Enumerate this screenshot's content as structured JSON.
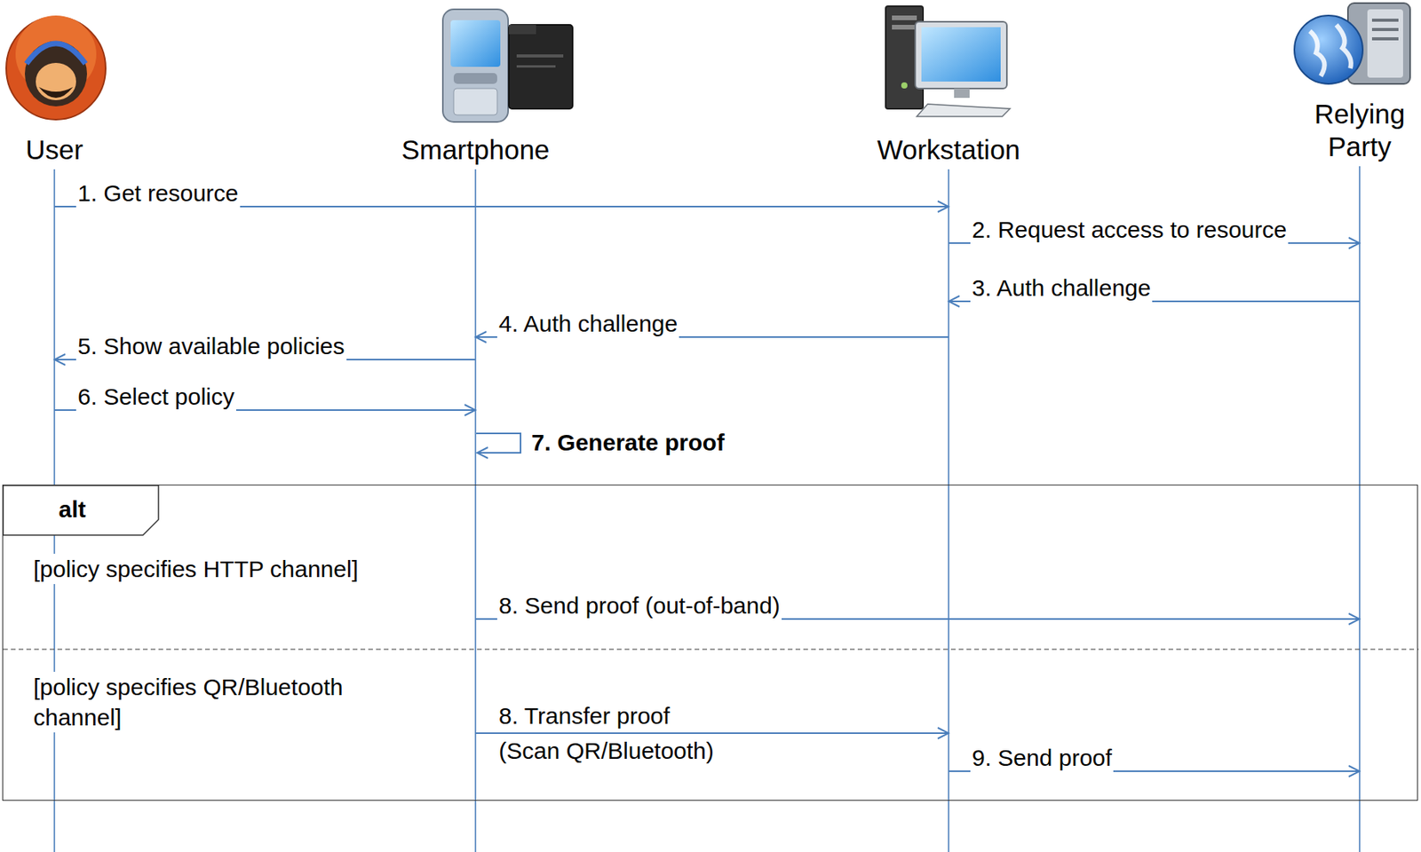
{
  "diagram": {
    "nodes": [
      {
        "text": [
          "User"
        ]
      },
      {
        "text": [
          "Smartphone"
        ]
      },
      {
        "text": [
          "Workstation"
        ]
      },
      {
        "text": [
          "Relying Party"
        ]
      },
      {
        "text": [
          "alt",
          "[policy specifies HTTP channel]",
          "[policy specifies QR/Bluetooth channel]"
        ]
      }
    ],
    "edges": [
      {
        "from": 0,
        "to": 2,
        "arrow": "to",
        "label": "1. Get resource"
      },
      {
        "from": 2,
        "to": 3,
        "arrow": "to",
        "label": "2. Request access to resource"
      },
      {
        "from": 3,
        "to": 2,
        "arrow": "to",
        "label": "3. Auth challenge"
      },
      {
        "from": 2,
        "to": 1,
        "arrow": "to",
        "label": "4. Auth challenge"
      },
      {
        "from": 1,
        "to": 0,
        "arrow": "to",
        "label": "5. Show available policies"
      },
      {
        "from": 0,
        "to": 1,
        "arrow": "to",
        "label": "6. Select policy"
      },
      {
        "from": 1,
        "to": 1,
        "arrow": "to",
        "label": "7. Generate proof"
      },
      {
        "from": 1,
        "to": 3,
        "arrow": "to",
        "label": "8. Send proof (out-of-band)"
      },
      {
        "from": 1,
        "to": 2,
        "arrow": "to",
        "label": "8. Transfer proof (Scan QR/Bluetooth)"
      },
      {
        "from": 2,
        "to": 3,
        "arrow": "to",
        "label": "9. Send proof"
      }
    ]
  }
}
